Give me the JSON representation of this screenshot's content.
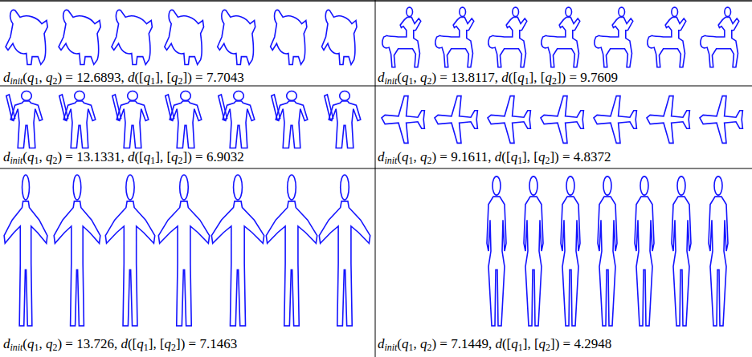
{
  "diagram": {
    "labels": [
      "dinit(q1, q2) = 12.6893, d([q1], [q2]) = 7.7043",
      "dinit(q1, q2) = 13.8117, d([q1], [q2]) = 9.7609",
      "dinit(q1, q2) = 13.1331, d([q1], [q2]) = 6.9032",
      "dinit(q1, q2) = 9.1611, d([q1], [q2]) = 4.8372",
      "dinit(q1, q2) = 13.726, d([q1], [q2]) = 7.1463",
      "dinit(q1, q2) = 7.1449, d([q1], [q2]) = 4.2948"
    ]
  }
}
